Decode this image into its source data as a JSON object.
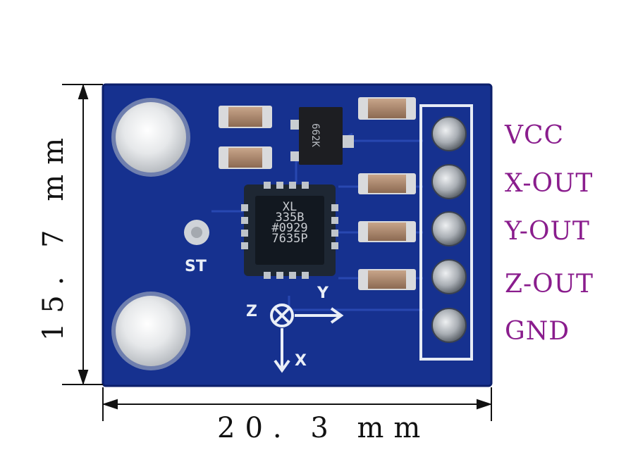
{
  "dimensions": {
    "width": "20. 3  mm",
    "height": "15. 7  mm"
  },
  "pins": [
    "VCC",
    "X-OUT",
    "Y-OUT",
    "Z-OUT",
    "GND"
  ],
  "silkscreen": {
    "self_test": "ST",
    "axis_x": "X",
    "axis_y": "Y",
    "axis_z": "Z"
  },
  "chip": {
    "line1": "XL",
    "line2": "335B",
    "line3": "#0929",
    "line4": "7635P"
  },
  "regulator_marking": "662K",
  "colors": {
    "pcb": "#16318f",
    "label": "#8a1d8d"
  }
}
